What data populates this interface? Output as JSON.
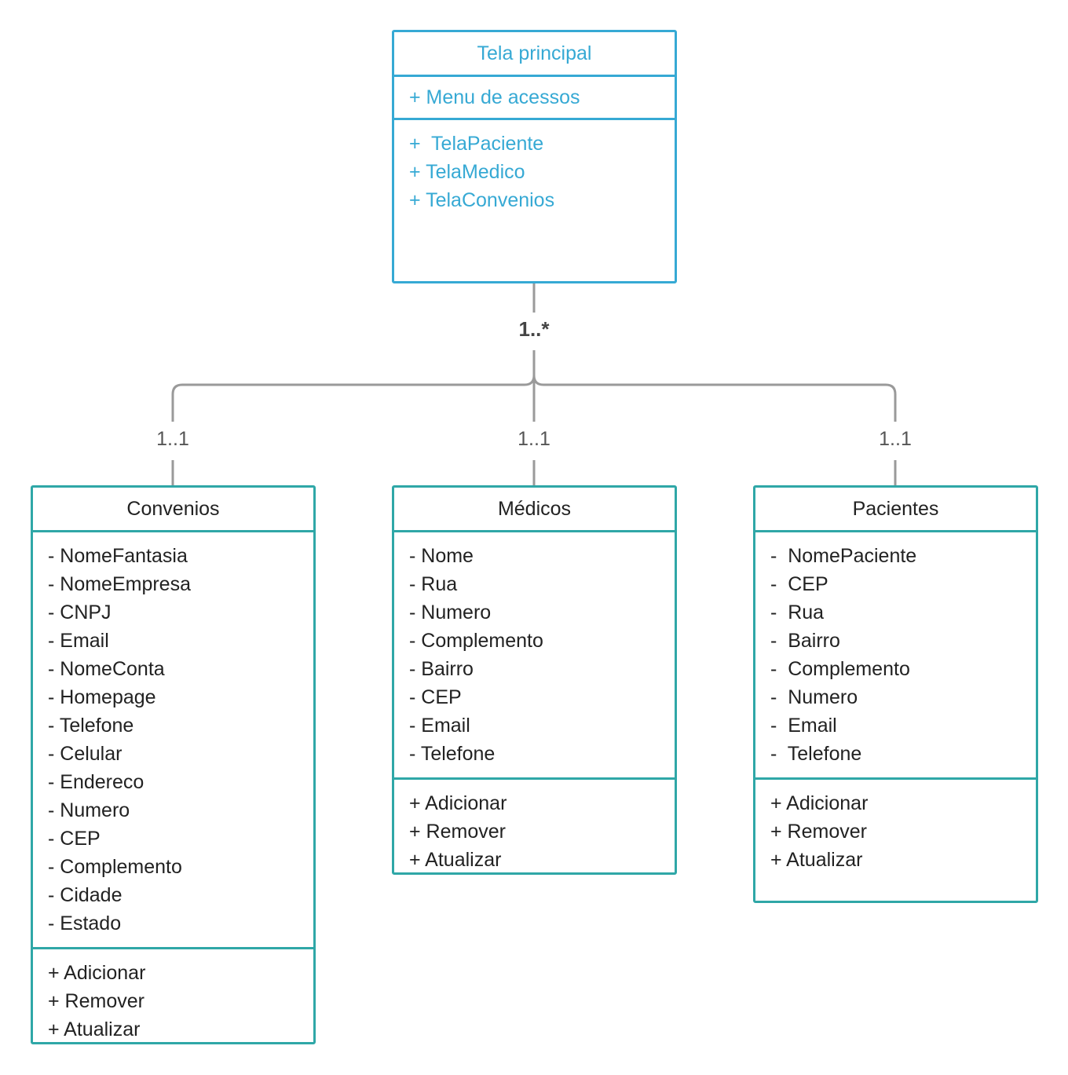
{
  "colors": {
    "main_border": "#36a9d4",
    "class_border": "#2fa7a7",
    "connector": "#9a9a9a"
  },
  "main_class": {
    "title": "Tela  principal",
    "attributes": [
      "+ Menu de acessos"
    ],
    "operations": [
      "+  TelaPaciente",
      "+ TelaMedico",
      "+ TelaConvenios"
    ]
  },
  "multiplicity": {
    "main": "1..*",
    "convenios": "1..1",
    "medicos": "1..1",
    "pacientes": "1..1"
  },
  "classes": {
    "convenios": {
      "title": "Convenios",
      "attributes": [
        "- NomeFantasia",
        "- NomeEmpresa",
        "- CNPJ",
        "- Email",
        "- NomeConta",
        "- Homepage",
        "- Telefone",
        "- Celular",
        "- Endereco",
        "- Numero",
        "- CEP",
        "- Complemento",
        "- Cidade",
        "- Estado"
      ],
      "operations": [
        "+ Adicionar",
        "+ Remover",
        "+ Atualizar"
      ]
    },
    "medicos": {
      "title": "Médicos",
      "attributes": [
        "- Nome",
        "- Rua",
        "- Numero",
        "- Complemento",
        "- Bairro",
        "- CEP",
        "- Email",
        "- Telefone"
      ],
      "operations": [
        "+ Adicionar",
        "+ Remover",
        "+ Atualizar"
      ]
    },
    "pacientes": {
      "title": "Pacientes",
      "attributes": [
        "-  NomePaciente",
        "-  CEP",
        "-  Rua",
        "-  Bairro",
        "-  Complemento",
        "-  Numero",
        "-  Email",
        "-  Telefone"
      ],
      "operations": [
        "+ Adicionar",
        "+ Remover",
        "+ Atualizar"
      ]
    }
  }
}
